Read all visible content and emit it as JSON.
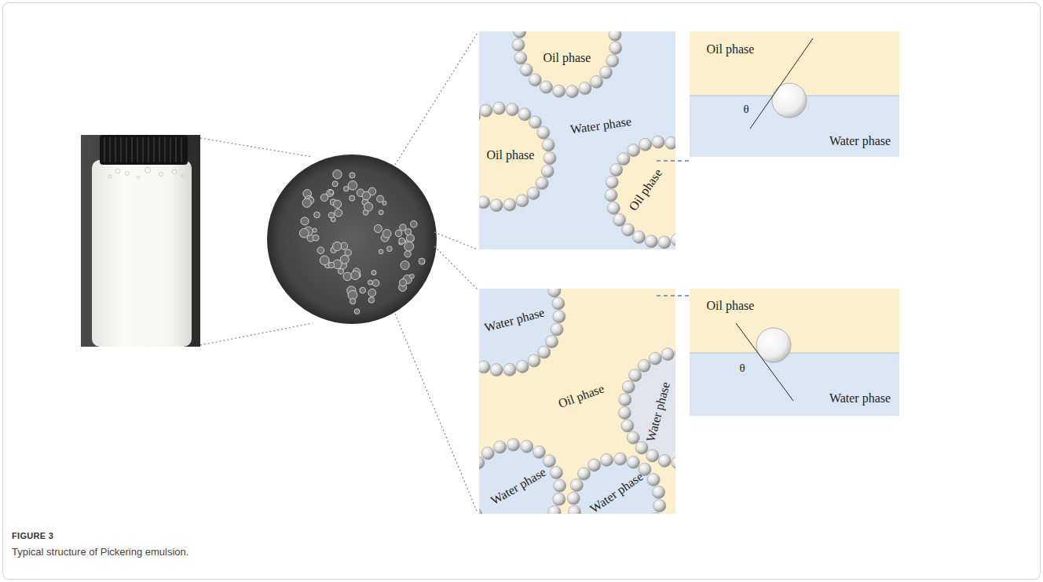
{
  "diagram": {
    "caption": "Typical structure of Pickering emulsion.",
    "nodes": [
      {
        "text": [
          "Water phase"
        ]
      },
      {
        "text": [
          "Oil phase"
        ],
        "in": 0
      },
      {
        "text": [
          "Oil phase"
        ],
        "in": 0
      },
      {
        "text": [
          "Oil phase"
        ],
        "in": 0
      },
      {
        "text": [
          "Oil phase"
        ]
      },
      {
        "text": [
          "Water phase"
        ]
      },
      {
        "text": [
          "Oil phase"
        ]
      },
      {
        "text": [
          "Water phase"
        ],
        "in": 6
      },
      {
        "text": [
          "Water phase"
        ],
        "in": 6
      },
      {
        "text": [
          "Water phase"
        ],
        "in": 6
      },
      {
        "text": [
          "Water phase"
        ],
        "in": 6
      },
      {
        "text": [
          "Oil phase"
        ]
      },
      {
        "text": [
          "Water phase"
        ]
      }
    ],
    "labels": [
      "θ",
      "θ",
      "FIGURE 3"
    ]
  }
}
